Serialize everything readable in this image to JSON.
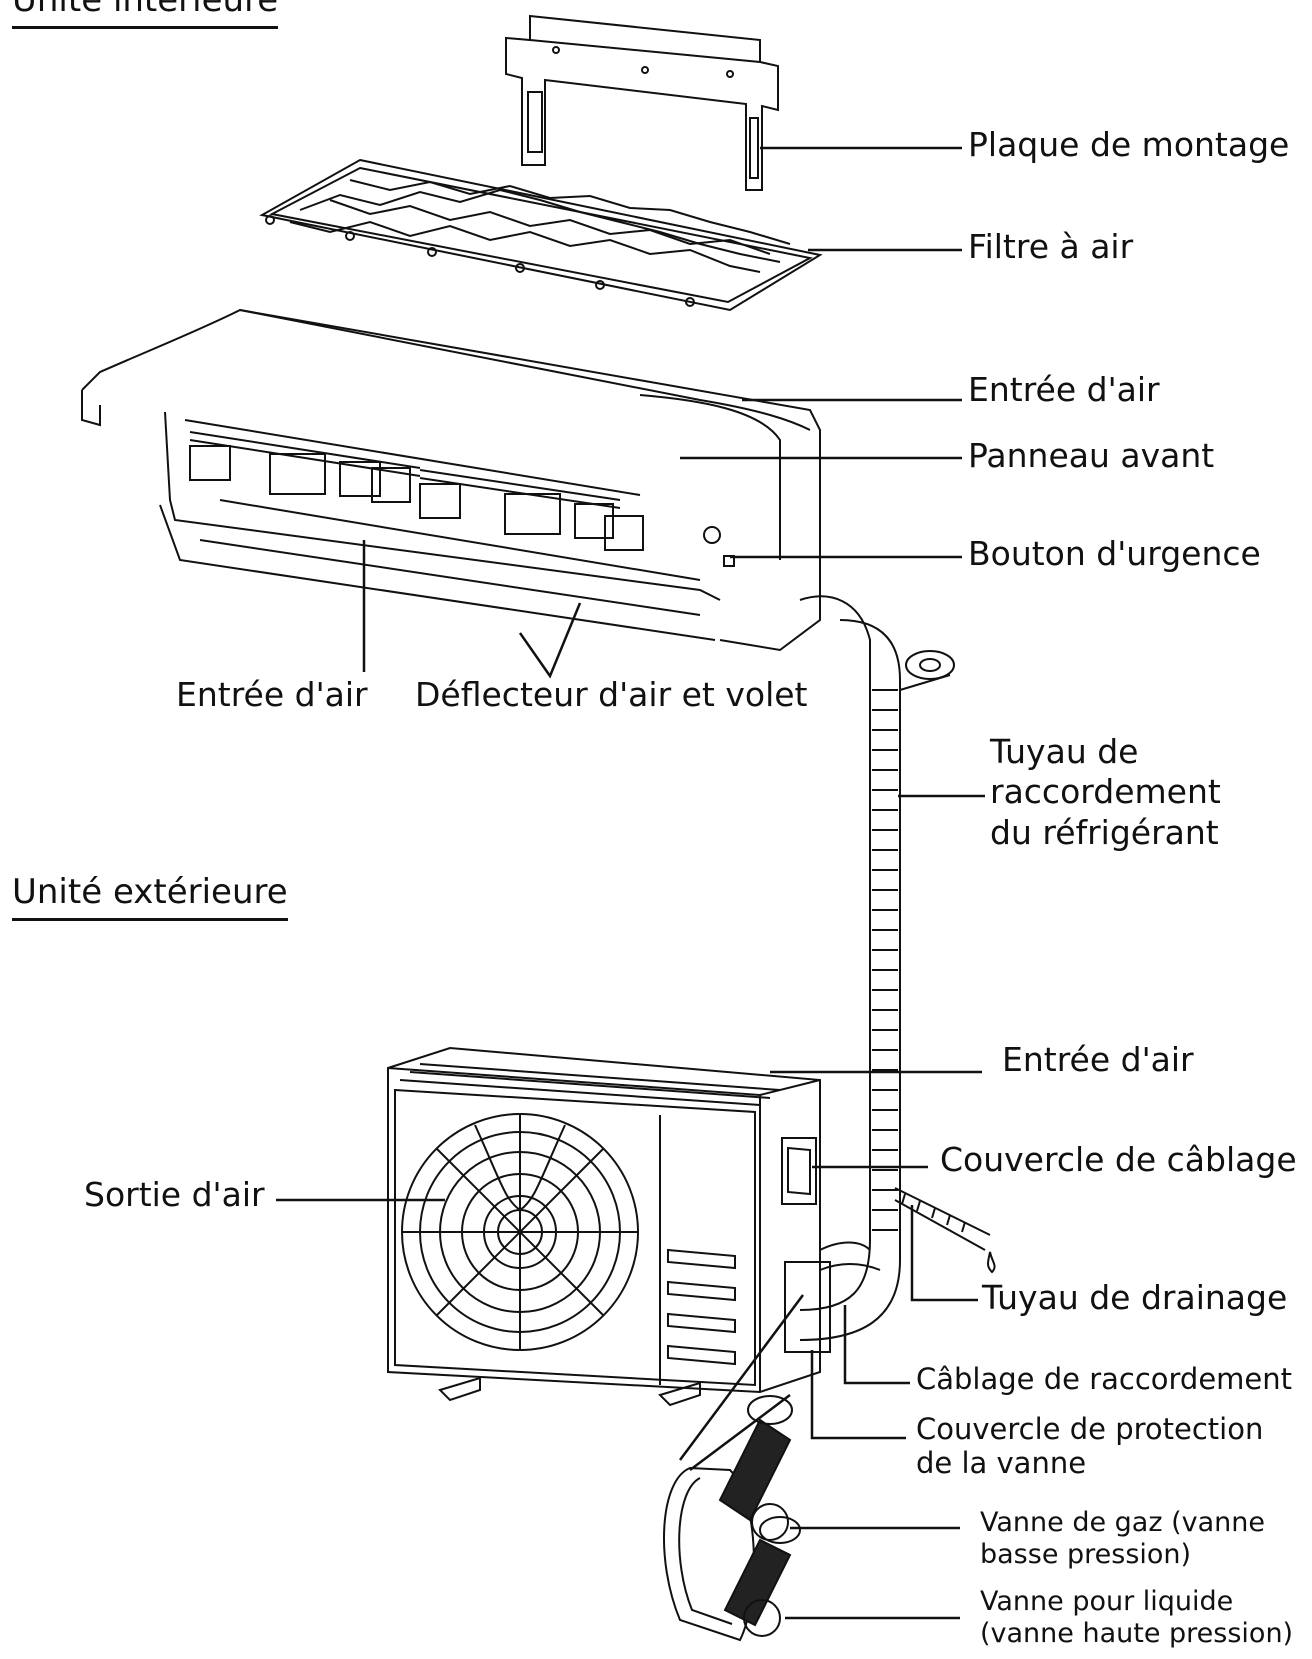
{
  "sections": {
    "indoor": "Unité intérieure",
    "outdoor": "Unité extérieure"
  },
  "indoor_labels": {
    "mounting_plate": "Plaque de montage",
    "air_filter": "Filtre à air",
    "air_inlet_top": "Entrée d'air",
    "front_panel": "Panneau avant",
    "emergency_button": "Bouton d'urgence",
    "air_inlet_bottom": "Entrée d'air",
    "deflector": "Déflecteur d'air et volet"
  },
  "pipe_label": {
    "line1": "Tuyau de",
    "line2": "raccordement",
    "line3": "du réfrigérant"
  },
  "outdoor_labels": {
    "air_inlet": "Entrée d'air",
    "wiring_cover": "Couvercle de câblage",
    "air_outlet": "Sortie d'air",
    "drain_hose": "Tuyau de drainage",
    "connection_wiring": "Câblage de raccordement",
    "valve_cover_line1": "Couvercle de protection",
    "valve_cover_line2": "de la vanne",
    "gas_valve_line1": "Vanne de gaz (vanne",
    "gas_valve_line2": "basse pression)",
    "liquid_valve_line1": "Vanne pour liquide",
    "liquid_valve_line2": "(vanne haute pression)"
  }
}
